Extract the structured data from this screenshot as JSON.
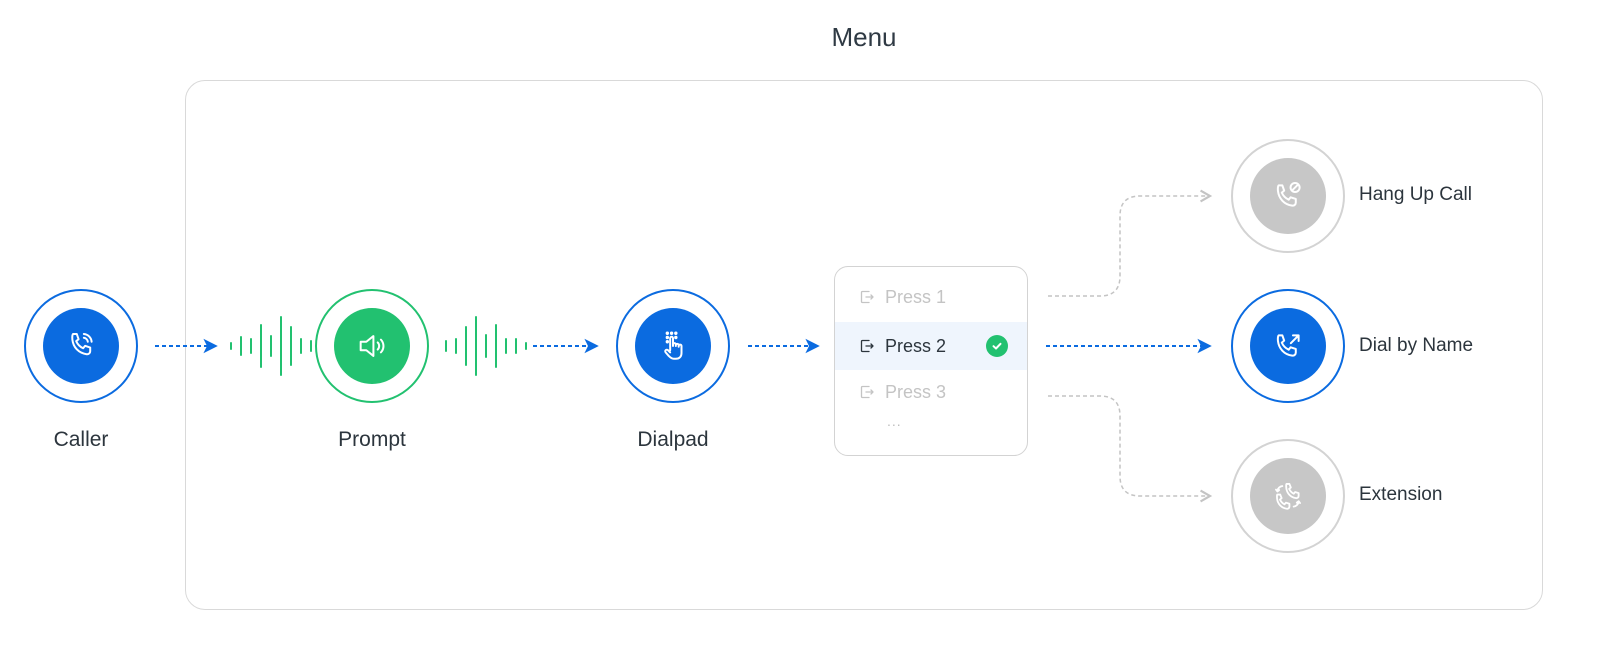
{
  "title": "Menu",
  "colors": {
    "primary": "#0b6be0",
    "success": "#22c170",
    "inactive": "#c7c7c7",
    "border": "#d9d9d9",
    "text": "#2c353d",
    "muted_text": "#c4c4c4",
    "highlight_bg": "#eff5fd"
  },
  "nodes": {
    "caller": {
      "label": "Caller",
      "icon": "phone-call-icon",
      "state": "active"
    },
    "prompt": {
      "label": "Prompt",
      "icon": "speaker-icon",
      "state": "playing"
    },
    "dialpad": {
      "label": "Dialpad",
      "icon": "dialpad-touch-icon",
      "state": "active"
    }
  },
  "menu_options": [
    {
      "label": "Press 1",
      "icon": "exit-arrow-icon",
      "selected": false
    },
    {
      "label": "Press 2",
      "icon": "exit-arrow-icon",
      "selected": true
    },
    {
      "label": "Press 3",
      "icon": "exit-arrow-icon",
      "selected": false
    }
  ],
  "menu_more": "...",
  "destinations": [
    {
      "label": "Hang Up Call",
      "icon": "phone-hangup-icon",
      "state": "inactive"
    },
    {
      "label": "Dial by Name",
      "icon": "phone-outgoing-icon",
      "state": "active"
    },
    {
      "label": "Extension",
      "icon": "phone-transfer-icon",
      "state": "inactive"
    }
  ]
}
